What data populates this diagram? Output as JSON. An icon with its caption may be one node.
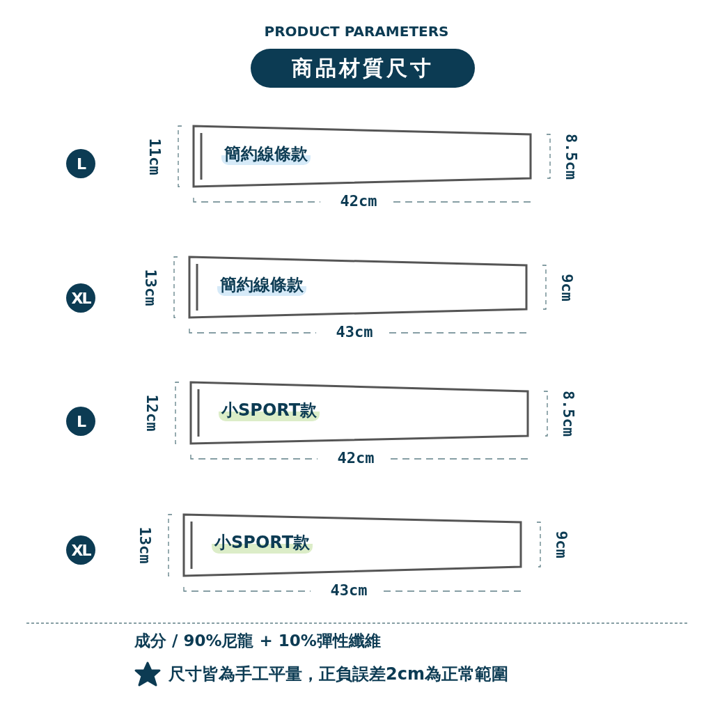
{
  "diagram": {
    "title": "PRODUCT PARAMETERS",
    "nodes": [
      {
        "text": [
          "商品材質尺寸"
        ]
      },
      {
        "text": [
          "L"
        ]
      },
      {
        "text": [
          "簡約線條款"
        ]
      },
      {
        "text": [
          "XL"
        ]
      },
      {
        "text": [
          "簡約線條款"
        ]
      },
      {
        "text": [
          "L"
        ]
      },
      {
        "text": [
          "小SPORT款"
        ]
      },
      {
        "text": [
          "XL"
        ]
      },
      {
        "text": [
          "小SPORT款"
        ]
      }
    ],
    "edges": [],
    "labels": [
      "11cm",
      "8.5cm",
      "42cm",
      "13cm",
      "9cm",
      "43cm",
      "12cm",
      "8.5cm",
      "42cm",
      "13cm",
      "9cm",
      "43cm",
      "成分 / 90%尼龍 + 10%彈性纖維",
      "尺寸皆為手工平量，正負誤差2cm為正常範圍"
    ]
  }
}
